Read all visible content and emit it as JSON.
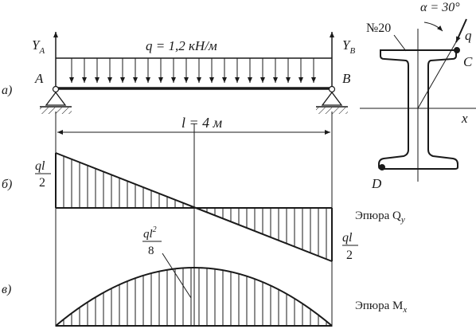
{
  "beam": {
    "load_label": "q = 1,2 кН/м",
    "ya_sym": "Y",
    "ya_sub": "A",
    "yb_sym": "Y",
    "yb_sub": "B",
    "left_support": "A",
    "right_support": "B",
    "span_label": "l = 4 м",
    "row_a": "а)",
    "row_b": "б)",
    "row_c": "в)"
  },
  "section": {
    "profile": "№20",
    "angle_label": "α = 30°",
    "load_sym": "q",
    "point_c": "C",
    "point_d": "D",
    "axis_x": "x"
  },
  "diagrams": {
    "shear_title": "Эпюра Q",
    "shear_sub": "y",
    "moment_title": "Эпюра M",
    "moment_sub": "x",
    "left_num": "ql",
    "left_den": "2",
    "right_num": "ql",
    "right_den": "2",
    "moment_num": "ql",
    "moment_exp": "2",
    "moment_den": "8"
  },
  "colors": {
    "ink": "#1a1a1a"
  }
}
